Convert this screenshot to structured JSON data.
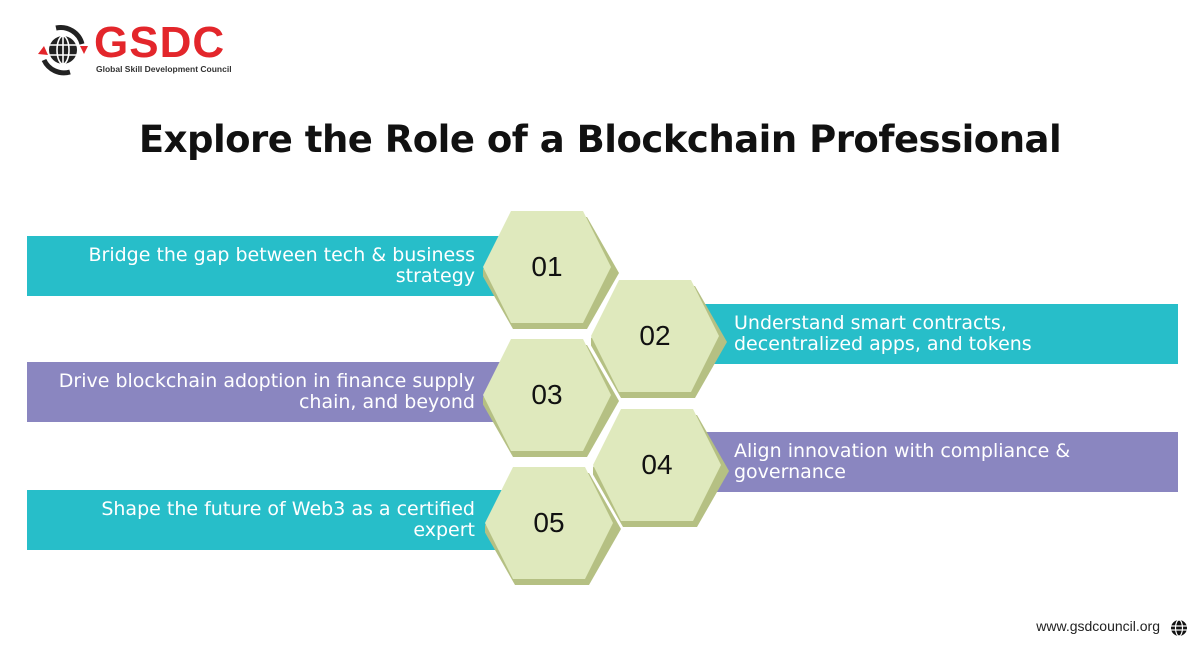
{
  "logo": {
    "name": "GSDC",
    "subtitle": "Global Skill Development Council"
  },
  "title": "Explore the Role of a Blockchain Professional",
  "items": [
    {
      "number": "01",
      "text": "Bridge the gap between tech & business strategy",
      "color": "#27bec9"
    },
    {
      "number": "02",
      "text": "Understand smart contracts, decentralized apps, and tokens",
      "color": "#27bec9"
    },
    {
      "number": "03",
      "text": "Drive blockchain adoption in finance supply chain, and beyond",
      "color": "#8a86c0"
    },
    {
      "number": "04",
      "text": "Align innovation with compliance & governance",
      "color": "#8a86c0"
    },
    {
      "number": "05",
      "text": "Shape the future of Web3 as a certified expert",
      "color": "#27bec9"
    }
  ],
  "footer": {
    "url": "www.gsdcouncil.org"
  },
  "colors": {
    "hex_fill": "#dfe9bd",
    "hex_shadow": "#b5c083",
    "brand_red": "#e3262b"
  }
}
